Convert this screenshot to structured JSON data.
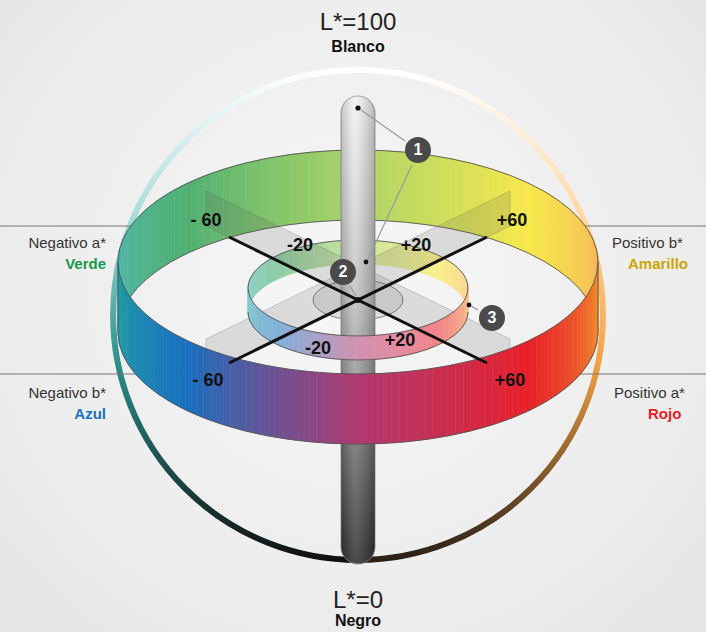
{
  "diagram": {
    "labels": [
      "L*=100",
      "Blanco",
      "1",
      "- 60",
      "+60",
      "Negativo a*",
      "Verde",
      "Positivo b*",
      "Amarillo",
      "-20",
      "+20",
      "2",
      "3",
      "-20",
      "+20",
      "- 60",
      "+60",
      "Negativo b*",
      "Azul",
      "Positivo a*",
      "Rojo",
      "L*=0",
      "Negro"
    ]
  }
}
